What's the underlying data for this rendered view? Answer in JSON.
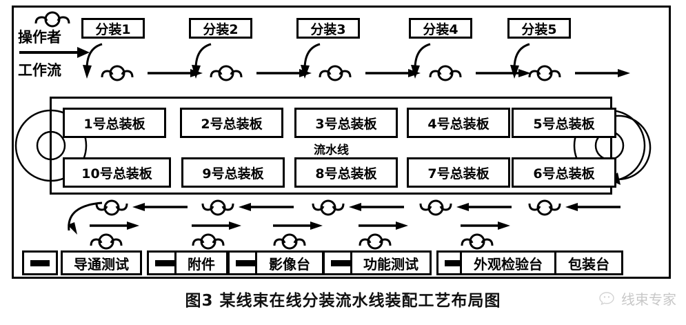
{
  "figure": {
    "caption": "图3  某线束在线分装流水线装配工艺布局图",
    "conveyor_label": "流水线"
  },
  "legend": {
    "operator_label": "操作者",
    "workflow_label": "工作流",
    "operator_icon": "operator-person-icon",
    "workflow_icon": "right-arrow-icon"
  },
  "subassembly_stations": [
    {
      "label": "分装1"
    },
    {
      "label": "分装2"
    },
    {
      "label": "分装3"
    },
    {
      "label": "分装4"
    },
    {
      "label": "分装5"
    }
  ],
  "assembly_boards": {
    "top_row": [
      {
        "label": "1号总装板"
      },
      {
        "label": "2号总装板"
      },
      {
        "label": "3号总装板"
      },
      {
        "label": "4号总装板"
      },
      {
        "label": "5号总装板"
      }
    ],
    "bottom_row": [
      {
        "label": "10号总装板"
      },
      {
        "label": "9号总装板"
      },
      {
        "label": "8号总装板"
      },
      {
        "label": "7号总装板"
      },
      {
        "label": "6号总装板"
      }
    ]
  },
  "workstations": [
    {
      "label": "导通测试"
    },
    {
      "label": "附件"
    },
    {
      "label": "影像台"
    },
    {
      "label": "功能测试"
    },
    {
      "label": "外观检验台"
    },
    {
      "label": "包装台"
    }
  ],
  "watermark": {
    "text": "线束专家",
    "icon": "wechat-icon"
  },
  "colors": {
    "ink": "#000000",
    "paper": "#ffffff",
    "watermark": "#9a9a9a"
  }
}
